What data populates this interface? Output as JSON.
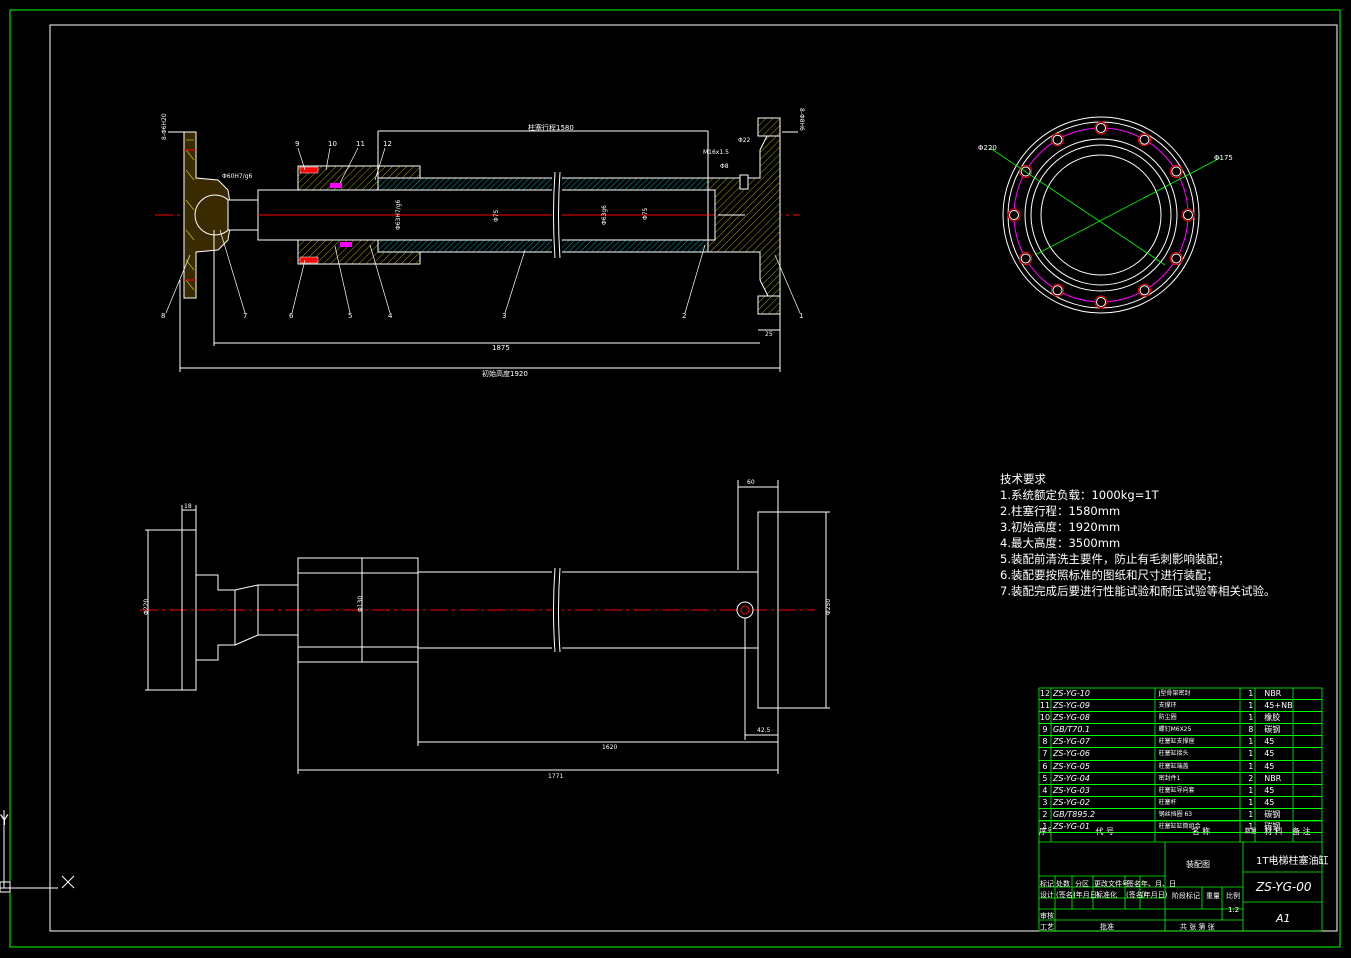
{
  "drawing": {
    "title": "1T电梯柱塞油缸",
    "code": "ZS-YG-00",
    "size": "A1",
    "scale": "1:2",
    "assembly_label": "装配图",
    "colors": {
      "background": "#000000",
      "frame": "#00ff00",
      "outline": "#ffffff",
      "hatch": "#ffff00",
      "centerline": "#ff0000",
      "seal": "#ff00ff"
    }
  },
  "technical_requirements": {
    "heading": "技术要求",
    "items": [
      "1.系统额定负载：1000kg=1T",
      "2.柱塞行程：1580mm",
      "3.初始高度：1920mm",
      "4.最大高度：3500mm",
      "5.装配前清洗主要件，防止有毛刺影响装配；",
      "6.装配要按照标准的图纸和尺寸进行装配；",
      "7.装配完成后要进行性能试验和耐压试验等相关试验。"
    ]
  },
  "bom": {
    "rows": [
      {
        "no": "12",
        "code": "ZS-YG-10",
        "name": "J型骨架密封",
        "qty": "1",
        "material": "NBR"
      },
      {
        "no": "11",
        "code": "ZS-YG-09",
        "name": "支撑环",
        "qty": "1",
        "material": "45+NBR"
      },
      {
        "no": "10",
        "code": "ZS-YG-08",
        "name": "防尘圈",
        "qty": "1",
        "material": "橡胶"
      },
      {
        "no": "9",
        "code": "GB/T70.1",
        "name": "螺钉M6X25",
        "qty": "8",
        "material": "碳钢"
      },
      {
        "no": "8",
        "code": "ZS-YG-07",
        "name": "柱塞缸支撑座",
        "qty": "1",
        "material": "45"
      },
      {
        "no": "7",
        "code": "ZS-YG-06",
        "name": "柱塞缸接头",
        "qty": "1",
        "material": "45"
      },
      {
        "no": "6",
        "code": "ZS-YG-05",
        "name": "柱塞缸端盖",
        "qty": "1",
        "material": "45"
      },
      {
        "no": "5",
        "code": "ZS-YG-04",
        "name": "密封件1",
        "qty": "2",
        "material": "NBR"
      },
      {
        "no": "4",
        "code": "ZS-YG-03",
        "name": "柱塞缸导向套",
        "qty": "1",
        "material": "45"
      },
      {
        "no": "3",
        "code": "ZS-YG-02",
        "name": "柱塞杆",
        "qty": "1",
        "material": "45"
      },
      {
        "no": "2",
        "code": "GB/T895.2",
        "name": "钢丝挡圈 63",
        "qty": "1",
        "material": "碳钢"
      },
      {
        "no": "1",
        "code": "ZS-YG-01",
        "name": "柱塞缸缸筒组合",
        "qty": "1",
        "material": "碳钢"
      }
    ],
    "headers": {
      "no": "序号",
      "code": "代 号",
      "name": "名 称",
      "qty": "数量",
      "material": "材 料",
      "note": "备 注"
    }
  },
  "title_block": {
    "row1": [
      "标记",
      "处数",
      "分区",
      "更改文件号",
      "签名",
      "年、月、日"
    ],
    "row2": [
      "设计",
      "(签名)",
      "(年月日)",
      "标准化",
      "(签名)",
      "(年月日)"
    ],
    "row3": [
      "审核"
    ],
    "row4": [
      "工艺",
      "批准"
    ],
    "stage": "阶段标记",
    "weight": "重量",
    "ratio": "比例",
    "sheets": "共  张  第  张"
  },
  "dimensions": {
    "front": {
      "stroke": "柱塞行程1580",
      "total_top": "1875",
      "total": "初始高度1920",
      "d_top_left": "8-Φ6H20",
      "d_top_right": "8-Φ8H6",
      "bore": "Φ60H7/g6",
      "rod_seal": "Φ63H7/g6",
      "rod": "Φ75",
      "inner": "Φ63g6",
      "inner2": "Φ75",
      "port": "M16x1.5",
      "d22": "Φ22",
      "d8": "Φ8",
      "d25": "25"
    },
    "side": {
      "d18": "18",
      "d220": "Φ220",
      "d130": "Φ130",
      "d60": "60",
      "d250": "Φ250",
      "d42": "42.5",
      "d1620": "1620",
      "d1771": "1771"
    },
    "circle": {
      "d220": "Φ220",
      "d175": "Φ175"
    },
    "balloons": [
      "9",
      "10",
      "11",
      "12",
      "8",
      "7",
      "6",
      "5",
      "4",
      "3",
      "2",
      "1"
    ]
  }
}
